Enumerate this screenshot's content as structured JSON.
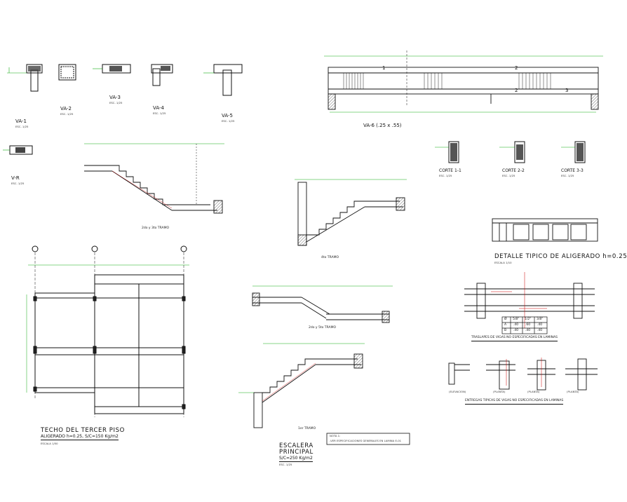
{
  "beam_sections": {
    "va1": {
      "title": "VA-1",
      "scale": "ESC. 1/25"
    },
    "va2": {
      "title": "VA-2",
      "scale": "ESC. 1/25"
    },
    "va3": {
      "title": "VA-3",
      "scale": "ESC. 1/25"
    },
    "va4": {
      "title": "VA-4",
      "scale": "ESC. 1/25"
    },
    "va5": {
      "title": "VA-5",
      "scale": "ESC. 1/25"
    },
    "vr": {
      "title": "V-R",
      "scale": "ESC. 1/25"
    }
  },
  "va6": {
    "title": "VA-6  (.25 x .55)",
    "axes": [
      "1",
      "2",
      "3"
    ]
  },
  "cortes": [
    {
      "title": "CORTE 1-1",
      "scale": "ESC. 1/25"
    },
    {
      "title": "CORTE 2-2",
      "scale": "ESC. 1/25"
    },
    {
      "title": "CORTE 3-3",
      "scale": "ESC. 1/25"
    }
  ],
  "stairs": {
    "tramo2_3": "2do y 3to TRAMO",
    "tramo4": "4to TRAMO",
    "tramo2_5": "2do y 5to TRAMO",
    "tramo1": "1er TRAMO"
  },
  "aligerado_detail": {
    "title": "DETALLE TIPICO DE ALIGERADO   h=0.25",
    "scale": "ESCALA 1/10"
  },
  "traslapes": {
    "title": "TRASLAPES DE VIGAS NO ESPECIFICADAS EN LAMINAS",
    "table": {
      "headers": [
        "Ø",
        "5/8\"",
        "1/2\"",
        "3/8\""
      ],
      "rows": [
        [
          "A",
          ".40",
          ".60",
          ".40"
        ],
        [
          "B",
          ".40",
          ".40",
          ".40"
        ]
      ]
    }
  },
  "entregas": {
    "title": "ENTREGAS TIPICAS DE VIGAS NO ESPECIFICADAS EN LAMINAS",
    "labels": [
      "(ELEVACION)",
      "(PLANTA)",
      "(PLANTA)",
      "(PLANTA)",
      "(PLANTA)"
    ]
  },
  "plan": {
    "title": "TECHO DEL TERCER PISO",
    "subtitle": "ALIGERADO h=0.25, S/C=150 Kg/m2",
    "scale": "ESCALA 1/50"
  },
  "escalera": {
    "title": "ESCALERA",
    "subtitle": "PRINCIPAL",
    "sc": "S/C=250 Kg/m2",
    "scale": "ESC. 1/25"
  },
  "note": {
    "title": "NOTA 1:",
    "text": "-VER ESPECIFICACIONES GENERALES EN LAMINA E-01"
  }
}
